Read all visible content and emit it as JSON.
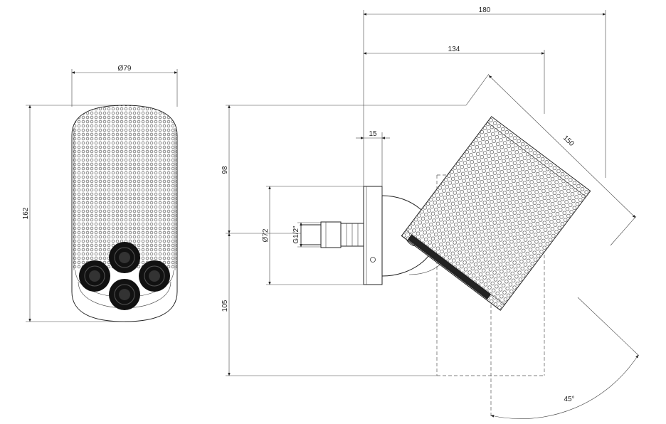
{
  "dimensions": {
    "front_diameter": "Ø79",
    "front_height": "162",
    "total_length": "180",
    "arm_length": "134",
    "head_length": "150",
    "flange_thickness": "15",
    "upper_height": "98",
    "lower_height": "105",
    "flange_diameter": "Ø72",
    "thread": "G1/2\"",
    "tilt_angle": "45°"
  },
  "colors": {
    "line": "#333333",
    "nozzle": "#111111",
    "background": "#ffffff"
  }
}
